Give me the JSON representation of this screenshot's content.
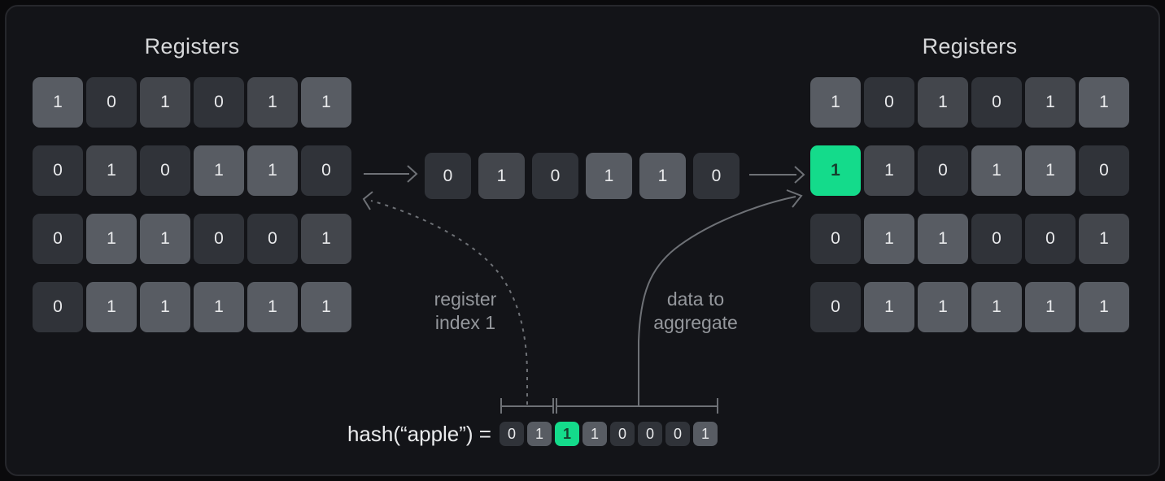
{
  "colors": {
    "canvas_bg": "#0a0a0c",
    "card_bg": "#131418",
    "card_border": "#26272c",
    "cell_dark": "#303339",
    "cell_mid": "#43464c",
    "cell_light": "#585c63",
    "accent_green": "#14db8b",
    "green_text": "#16402f",
    "cell_text": "#e9eaec",
    "title_text": "#d7d8da",
    "label_text": "#94979c",
    "line": "#6e7176"
  },
  "left_grid": {
    "title": "Registers",
    "values": [
      [
        1,
        0,
        1,
        0,
        1,
        1
      ],
      [
        0,
        1,
        0,
        1,
        1,
        0
      ],
      [
        0,
        1,
        1,
        0,
        0,
        1
      ],
      [
        0,
        1,
        1,
        1,
        1,
        1
      ]
    ],
    "tones": [
      [
        "light",
        "dark",
        "mid",
        "dark",
        "mid",
        "light"
      ],
      [
        "dark",
        "mid",
        "dark",
        "light",
        "light",
        "dark"
      ],
      [
        "dark",
        "light",
        "light",
        "dark",
        "dark",
        "mid"
      ],
      [
        "dark",
        "light",
        "light",
        "light",
        "light",
        "light"
      ]
    ]
  },
  "right_grid": {
    "title": "Registers",
    "values": [
      [
        1,
        0,
        1,
        0,
        1,
        1
      ],
      [
        1,
        1,
        0,
        1,
        1,
        0
      ],
      [
        0,
        1,
        1,
        0,
        0,
        1
      ],
      [
        0,
        1,
        1,
        1,
        1,
        1
      ]
    ],
    "tones": [
      [
        "light",
        "dark",
        "mid",
        "dark",
        "mid",
        "light"
      ],
      [
        "green",
        "mid",
        "dark",
        "light",
        "light",
        "dark"
      ],
      [
        "dark",
        "light",
        "light",
        "dark",
        "dark",
        "mid"
      ],
      [
        "dark",
        "light",
        "light",
        "light",
        "light",
        "light"
      ]
    ]
  },
  "middle_row": {
    "values": [
      0,
      1,
      0,
      1,
      1,
      0
    ],
    "tones": [
      "dark",
      "mid",
      "dark",
      "light",
      "light",
      "dark"
    ]
  },
  "hash": {
    "label": "hash(“apple”) =",
    "bits": [
      0,
      1,
      1,
      1,
      0,
      0,
      0,
      1
    ],
    "tones": [
      "dark",
      "light",
      "green",
      "light",
      "dark",
      "dark",
      "dark",
      "light"
    ]
  },
  "annotations": {
    "register_index": {
      "lines": [
        "register",
        "index 1"
      ]
    },
    "data_to_aggregate": {
      "lines": [
        "data to",
        "aggregate"
      ]
    }
  }
}
